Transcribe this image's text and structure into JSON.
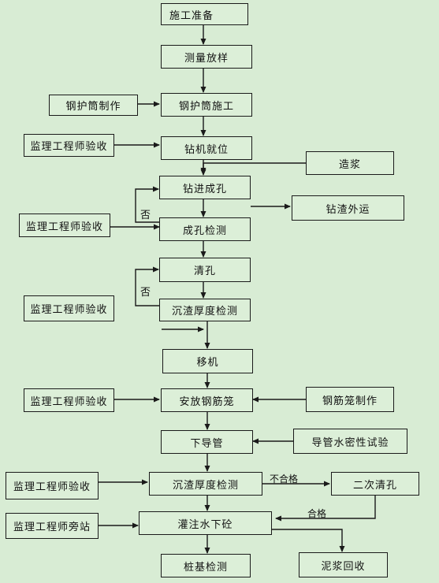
{
  "nodes": {
    "prep": "施工准备",
    "survey": "测量放样",
    "casing_make": "钢护筒制作",
    "casing_work": "钢护筒施工",
    "inspect_1": "监理工程师验收",
    "rig_position": "钻机就位",
    "slurry_make": "造浆",
    "drilling": "钻进成孔",
    "spoil_out": "钻渣外运",
    "inspect_2": "监理工程师验收",
    "hole_check": "成孔检测",
    "cleaning": "清孔",
    "inspect_3": "监理工程师验收",
    "sediment_check_1": "沉渣厚度检测",
    "move_rig": "移机",
    "inspect_4": "监理工程师验收",
    "place_cage": "安放钢筋笼",
    "cage_make": "钢筋笼制作",
    "tremie": "下导管",
    "tremie_test": "导管水密性试验",
    "inspect_5": "监理工程师验收",
    "sediment_check_2": "沉渣厚度检测",
    "second_cleaning": "二次清孔",
    "supervise_onsite": "监理工程师旁站",
    "pour_concrete": "灌注水下砼",
    "pile_test": "桩基检测",
    "slurry_recycle": "泥浆回收"
  },
  "edge_labels": {
    "no_1": "否",
    "no_2": "否",
    "fail": "不合格",
    "pass": "合格"
  }
}
